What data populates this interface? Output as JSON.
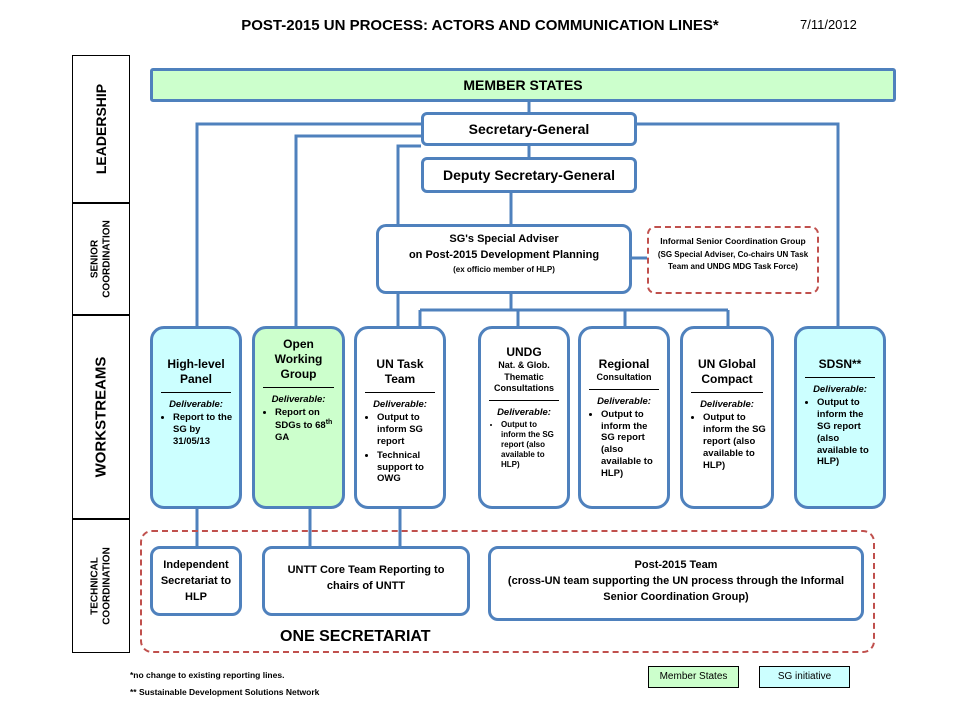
{
  "header": {
    "title": "POST-2015 UN PROCESS: ACTORS AND COMMUNICATION LINES*",
    "date": "7/11/2012"
  },
  "bands": {
    "leadership": "LEADERSHIP",
    "senior": [
      "SENIOR",
      "COORDINATION"
    ],
    "workstreams": "WORKSTREAMS",
    "technical": [
      "TECHNICAL",
      "COORDINATION"
    ]
  },
  "leadership": {
    "member_states": "MEMBER STATES",
    "sg": "Secretary-General",
    "dsg": "Deputy Secretary-General"
  },
  "senior": {
    "adviser_line1": "SG's Special Adviser",
    "adviser_line2": "on Post-2015 Development Planning",
    "adviser_note": "(ex officio member of HLP)",
    "iscg_title": "Informal Senior Coordination Group",
    "iscg_sub": "(SG Special Adviser, Co-chairs UN Task Team and UNDG MDG Task Force)"
  },
  "workstreams": {
    "hlp": {
      "title": "High-level Panel",
      "deliverable": "Deliverable:",
      "items": [
        "Report to the SG by 31/05/13"
      ]
    },
    "owg": {
      "title": "Open Working Group",
      "deliverable": "Deliverable:",
      "item_text": "Report on SDGs to 68",
      "item_sup": "th",
      "item_end": " GA"
    },
    "untt": {
      "title": "UN Task Team",
      "deliverable": "Deliverable:",
      "items": [
        "Output to inform SG report",
        "Technical support to OWG"
      ]
    },
    "undg": {
      "title": "UNDG",
      "subtitle": "Nat. & Glob. Thematic Consultations",
      "deliverable": "Deliverable:",
      "items": [
        "Output to inform the SG report (also available to HLP)"
      ]
    },
    "regional": {
      "title": "Regional",
      "subtitle": "Consultation",
      "deliverable": "Deliverable:",
      "items": [
        "Output to inform the SG report (also available to HLP)"
      ]
    },
    "compact": {
      "title": "UN Global Compact",
      "deliverable": "Deliverable:",
      "items": [
        "Output to inform the SG report (also available to HLP)"
      ]
    },
    "sdsn": {
      "title": "SDSN**",
      "deliverable": "Deliverable:",
      "items": [
        "Output to inform the SG report (also available to HLP)"
      ]
    }
  },
  "technical": {
    "indep": "Independent Secretariat to HLP",
    "core": "UNTT Core Team Reporting to chairs of UNTT",
    "post_title": "Post-2015 Team",
    "post_desc": "(cross-UN team supporting the UN process through the Informal Senior Coordination Group)",
    "one_secretariat": "ONE SECRETARIAT"
  },
  "footnotes": {
    "f1": "*no change to existing reporting lines.",
    "f2": "** Sustainable Development Solutions Network"
  },
  "legend": {
    "member_states": "Member States",
    "sg_initiative": "SG initiative"
  },
  "colors": {
    "box_border": "#4f81bd",
    "member_states_fill": "#ccffcc",
    "sg_initiative_fill": "#ccffff",
    "dashed_red": "#c0504d"
  }
}
